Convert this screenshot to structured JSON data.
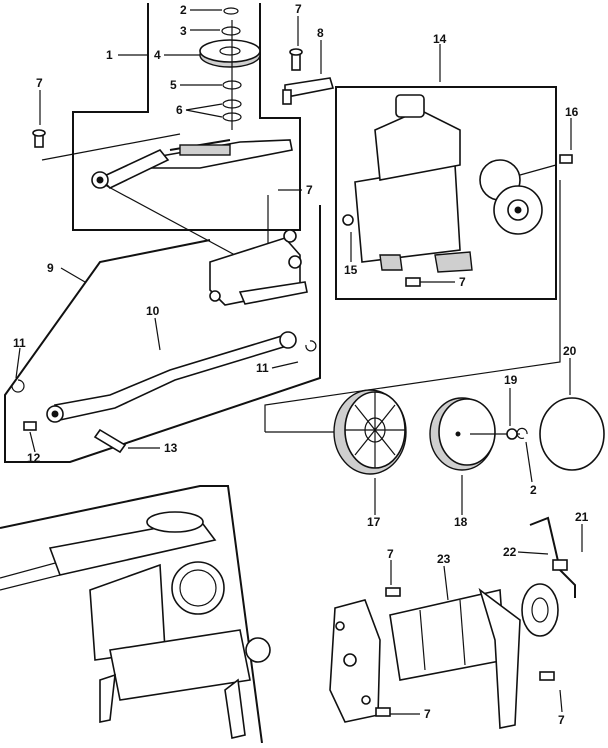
{
  "callouts": {
    "c1": "1",
    "c2a": "2",
    "c3": "3",
    "c4": "4",
    "c5": "5",
    "c6": "6",
    "c7a": "7",
    "c8": "8",
    "c7b": "7",
    "c14": "14",
    "c16": "16",
    "c7c": "7",
    "c9": "9",
    "c15": "15",
    "c7d": "7",
    "c10": "10",
    "c11a": "11",
    "c11b": "11",
    "c12": "12",
    "c13": "13",
    "c20": "20",
    "c19": "19",
    "c2b": "2",
    "c17": "17",
    "c18": "18",
    "c21": "21",
    "c22": "22",
    "c7e": "7",
    "c23": "23",
    "c7f": "7",
    "c7g": "7"
  },
  "colors": {
    "ink": "#111111",
    "paper": "#ffffff"
  }
}
